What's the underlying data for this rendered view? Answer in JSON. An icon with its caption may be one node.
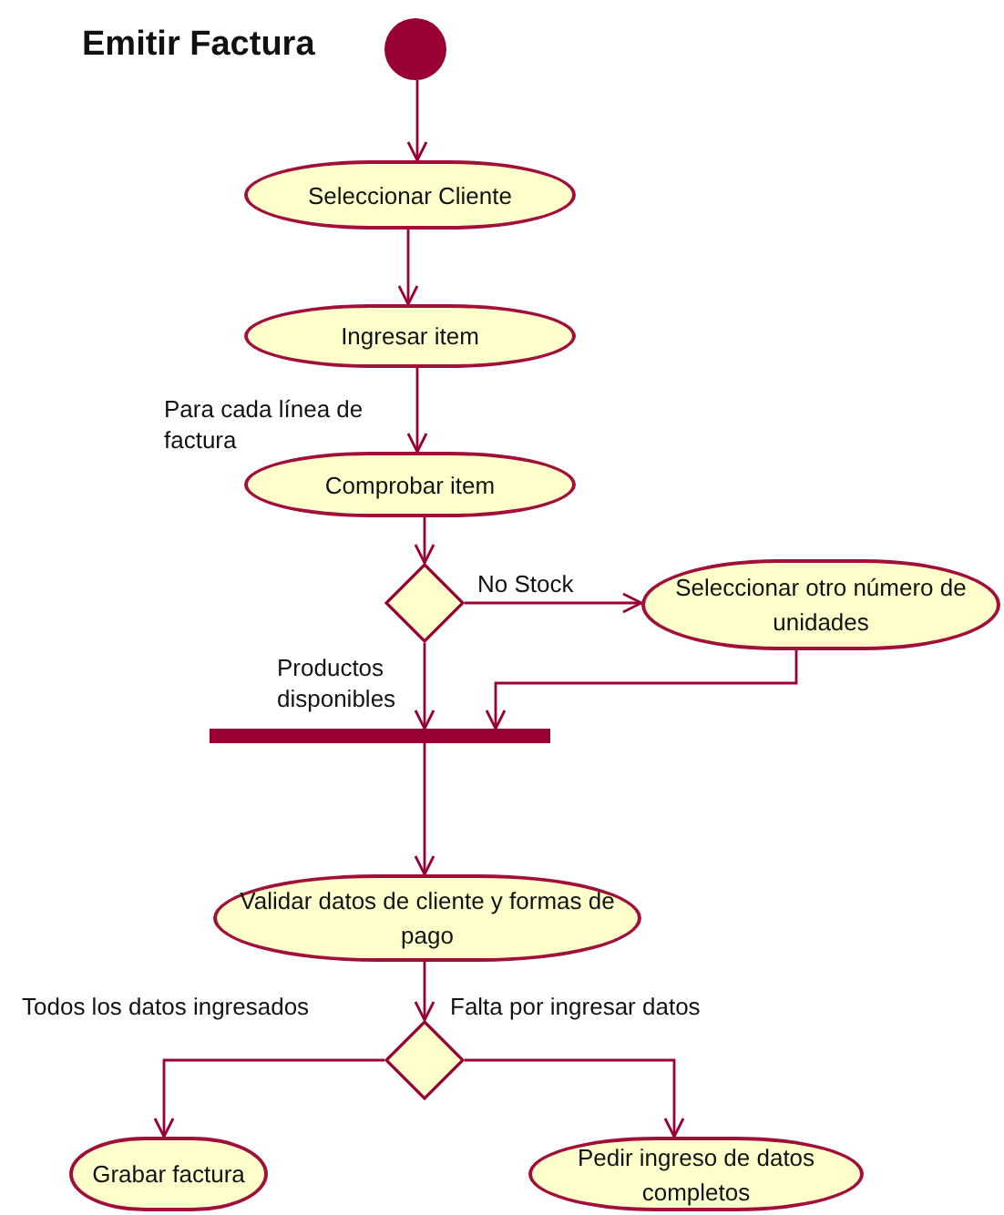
{
  "diagram": {
    "title": "Emitir Factura",
    "nodes": [
      {
        "text": [],
        "shape": "circle"
      },
      {
        "text": [
          "Seleccionar Cliente"
        ]
      },
      {
        "text": [
          "Ingresar item"
        ]
      },
      {
        "text": [
          "Comprobar item"
        ]
      },
      {
        "text": [],
        "shape": "diamond"
      },
      {
        "text": [
          "Seleccionar otro número de unidades"
        ]
      },
      {
        "text": [],
        "shape": "bar"
      },
      {
        "text": [
          "Validar datos de cliente y formas de pago"
        ]
      },
      {
        "text": [],
        "shape": "diamond"
      },
      {
        "text": [
          "Grabar factura"
        ]
      },
      {
        "text": [
          "Pedir ingreso de datos completos"
        ]
      }
    ],
    "edges": [
      {
        "from": 0,
        "to": 1,
        "arrow": "to"
      },
      {
        "from": 1,
        "to": 2,
        "arrow": "to"
      },
      {
        "from": 2,
        "to": 3,
        "arrow": "to",
        "label": "Para cada línea de factura"
      },
      {
        "from": 3,
        "to": 4,
        "arrow": "to"
      },
      {
        "from": 4,
        "to": 5,
        "arrow": "to",
        "label": "No Stock"
      },
      {
        "from": 4,
        "to": 6,
        "arrow": "to",
        "label": "Productos disponibles"
      },
      {
        "from": 5,
        "to": 6,
        "arrow": "to"
      },
      {
        "from": 6,
        "to": 7,
        "arrow": "to"
      },
      {
        "from": 7,
        "to": 8,
        "arrow": "to"
      },
      {
        "from": 8,
        "to": 9,
        "arrow": "to",
        "label": "Todos los datos ingresados"
      },
      {
        "from": 8,
        "to": 10,
        "arrow": "to",
        "label": "Falta por ingresar datos"
      }
    ]
  }
}
